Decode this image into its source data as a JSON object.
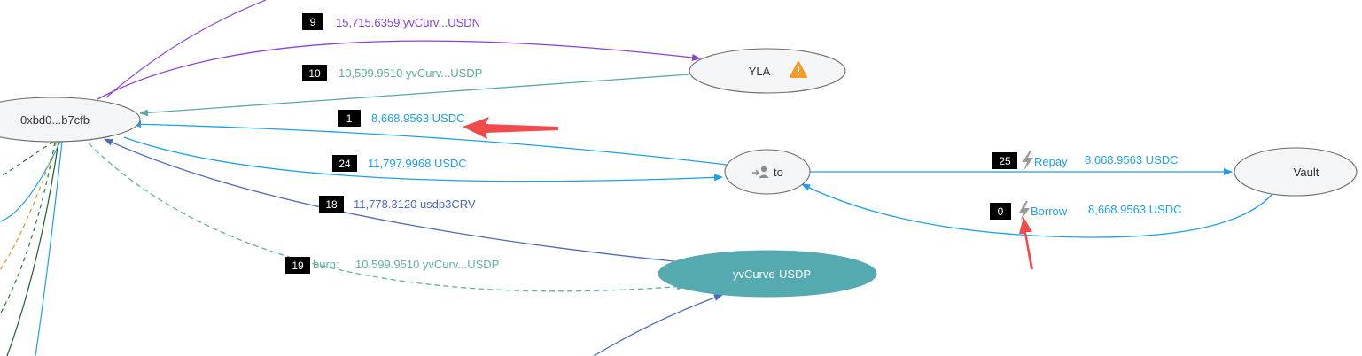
{
  "colors": {
    "purple": "#8a3fd8",
    "teal": "#5aaaaa",
    "blue": "#1ea0e6",
    "slate": "#4c6ab8",
    "dash_teal": "#5fb0a8",
    "node_fill": "#f4f5f7",
    "node_stroke": "#6b6b6b",
    "yvcurve_fill": "#55aab0",
    "annotation_red": "#f04a4a",
    "warning_orange": "#f59a23",
    "flash_gray": "#9a9a9a",
    "index_bg": "#000000"
  },
  "nodes": {
    "account": {
      "label": "0xbd0...b7cfb"
    },
    "yla": {
      "label": "YLA",
      "icon": "warning-icon"
    },
    "to": {
      "label": "to",
      "icon": "user-enter-icon"
    },
    "vault": {
      "label": "Vault"
    },
    "yvcurve": {
      "label": "yvCurve-USDP"
    }
  },
  "edges": [
    {
      "index": "9",
      "amount": "15,715.6359 yvCurv...USDN",
      "from": "account",
      "to": "yla"
    },
    {
      "index": "10",
      "amount": "10,599.9510 yvCurv...USDP",
      "from": "yla",
      "to": "account"
    },
    {
      "index": "1",
      "amount": "8,668.9563 USDC",
      "from": "to",
      "to": "account"
    },
    {
      "index": "24",
      "amount": "11,797.9968 USDC",
      "from": "account",
      "to": "to"
    },
    {
      "index": "18",
      "amount": "11,778.3120 usdp3CRV",
      "from": "yvcurve",
      "to": "account"
    },
    {
      "index": "19",
      "prefix": "burn:",
      "amount": "10,599.9510 yvCurv...USDP",
      "from": "account",
      "to": "yvcurve",
      "dashed": true
    },
    {
      "index": "25",
      "action": "Repay",
      "amount": "8,668.9563 USDC",
      "from": "to",
      "to": "vault",
      "icon": "flash-icon"
    },
    {
      "index": "0",
      "action": "Borrow",
      "amount": "8,668.9563 USDC",
      "from": "vault",
      "to": "to",
      "icon": "flash-icon"
    }
  ]
}
